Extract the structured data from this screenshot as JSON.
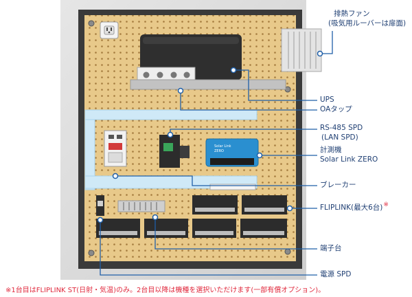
{
  "labels": {
    "fan_line1": "排熱ファン",
    "fan_line2": "(吸気用ルーバーは扉面)",
    "ups": "UPS",
    "oa_tap": "OAタップ",
    "rs485_line1": "RS-485 SPD",
    "rs485_line2": "(LAN SPD)",
    "meter_line1": "計測機",
    "meter_line2": "Solar Link ZERO",
    "breaker": "ブレーカー",
    "fliplink": "FLIPLINK(最大6台)",
    "fliplink_star": "※",
    "terminal": "端子台",
    "power_spd": "電源 SPD"
  },
  "device_text": {
    "solar_link_brand": "Solar Link",
    "solar_link_model": "ZERO"
  },
  "footnote": "※1台目はFLIPLINK ST(日射・気温)のみ。2台目以降は機種を選択いただけます(一部有償オプション)。",
  "colors": {
    "label_text": "#1f3f73",
    "leader_line": "#1f5fa8",
    "accent_red": "#e0283c",
    "board": "#e8c98a",
    "duct": "#cfe9f7",
    "solar_link": "#2a8fd0"
  }
}
